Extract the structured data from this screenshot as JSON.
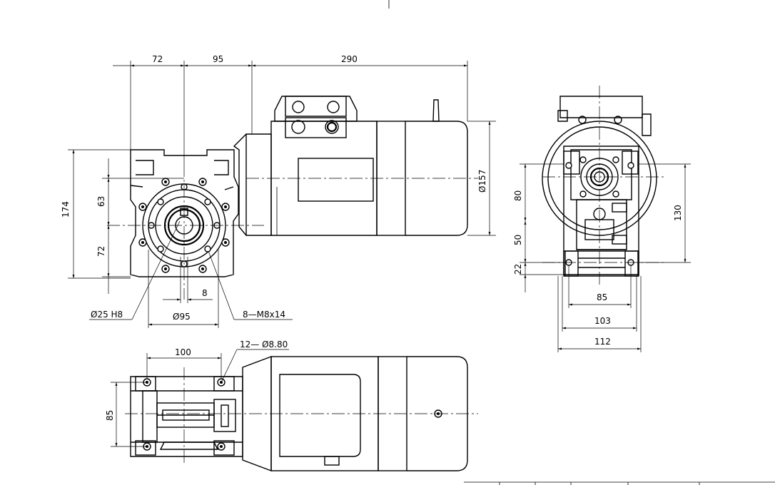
{
  "colors": {
    "line": "#000000",
    "background": "#ffffff"
  },
  "front_view": {
    "dim_width_left": "72",
    "dim_width_mid": "95",
    "dim_motor_length": "290",
    "dim_total_height": "174",
    "dim_upper": "63",
    "dim_lower": "72",
    "dim_motor_dia": "Ø157",
    "dim_key": "8",
    "callout_bore": "Ø25 H8",
    "callout_flange": "Ø95",
    "callout_bolts": "8—M8x14"
  },
  "side_view": {
    "dim_upper": "80",
    "dim_mid": "50",
    "dim_base": "22",
    "dim_height": "130",
    "dim_foot_inner": "85",
    "dim_foot_mid": "103",
    "dim_foot_outer": "112"
  },
  "top_view": {
    "dim_length": "100",
    "dim_width": "85",
    "callout_holes": "12— Ø8.80"
  }
}
